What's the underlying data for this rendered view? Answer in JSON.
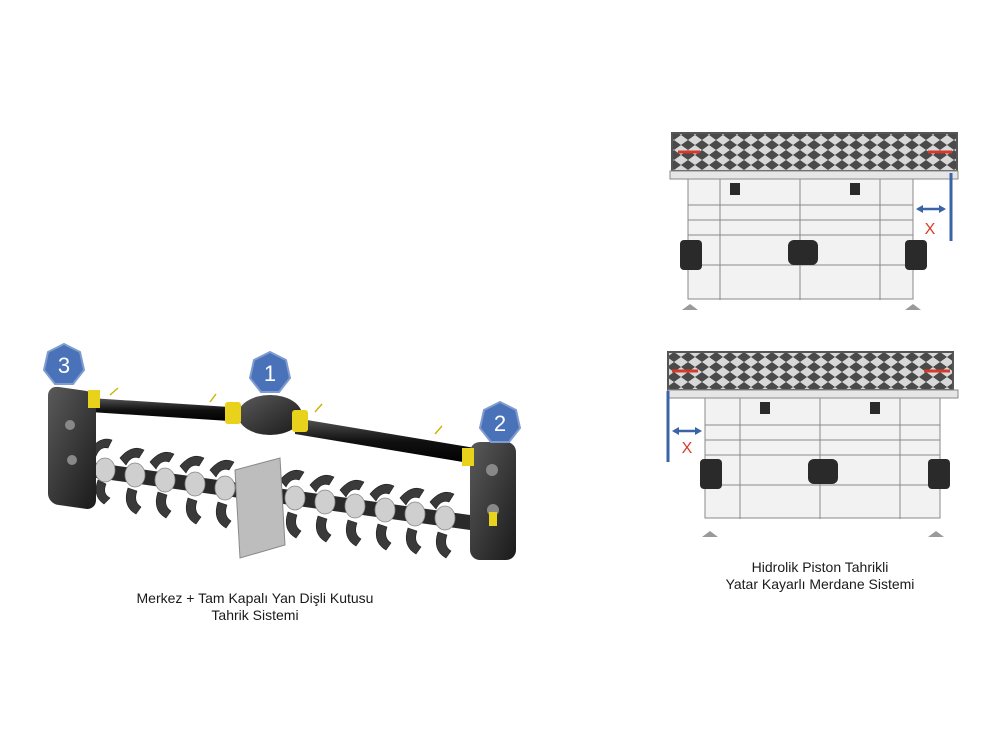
{
  "left_figure": {
    "badges": [
      {
        "label": "1"
      },
      {
        "label": "2"
      },
      {
        "label": "3"
      }
    ],
    "caption_lines": [
      "Merkez + Tam Kapalı Yan Dişli Kutusu",
      "Tahrik Sistemi"
    ]
  },
  "right_figure": {
    "top_view": {
      "dimension_label": "X"
    },
    "bottom_view": {
      "dimension_label": "X"
    },
    "caption_lines": [
      "Hidrolik Piston Tahrikli",
      "Yatar Kayarlı Merdane Sistemi"
    ]
  },
  "colors": {
    "badge_fill": "#4a72b8",
    "badge_stroke": "#7f9bd0",
    "dimension_arrow": "#3b63a8",
    "dimension_text": "#d93a2b",
    "accent_yellow": "#e8d21c",
    "roller_red": "#d63a2a"
  }
}
